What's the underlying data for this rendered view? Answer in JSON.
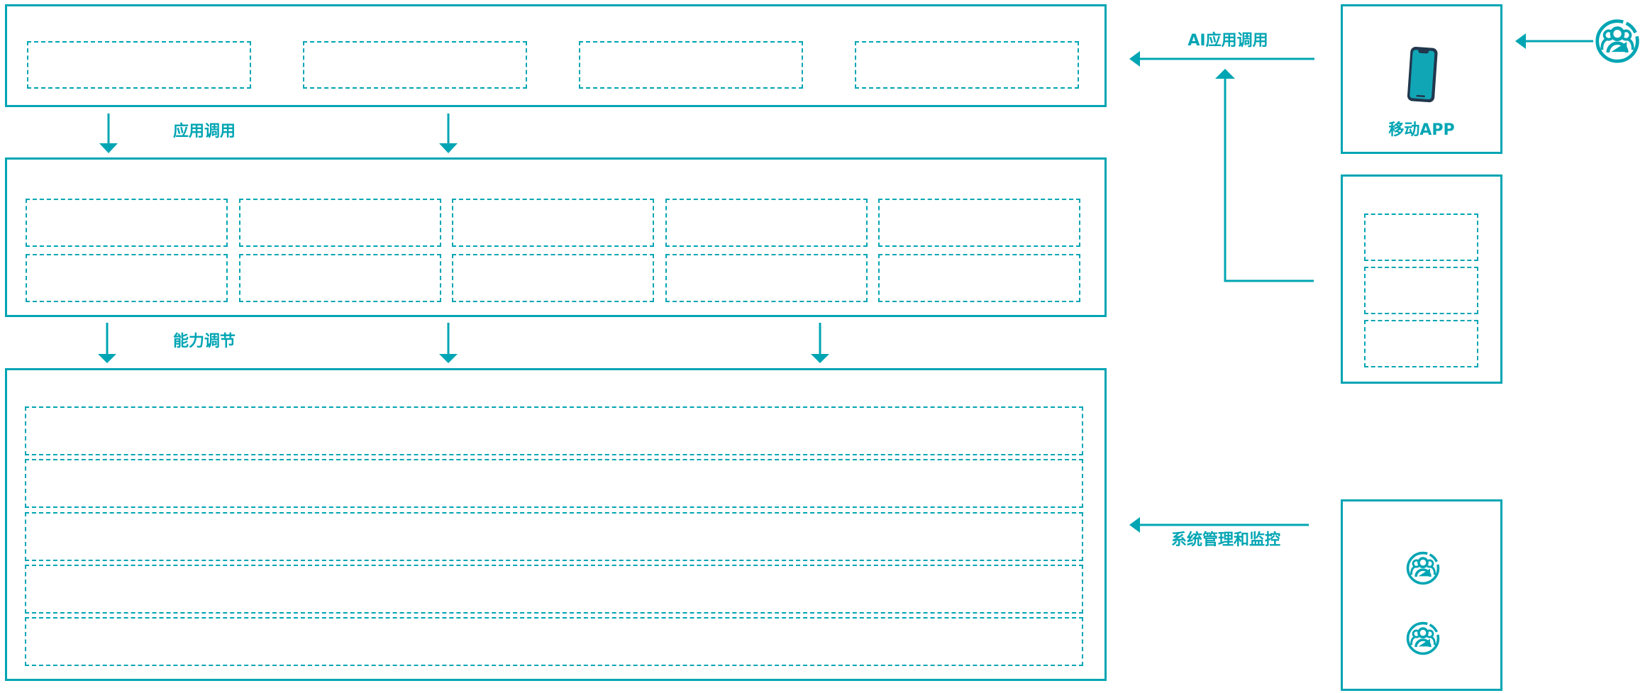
{
  "diagram": {
    "labels": {
      "app_call": "应用调用",
      "capability_adjust": "能力调节",
      "ai_app_call": "AI应用调用",
      "system_monitor": "系统管理和监控",
      "mobile_app": "移动APP"
    },
    "colors": {
      "accent": "#00a5b3",
      "phone_frame": "#21374d",
      "phone_screen": "#11a6b6"
    },
    "structure": {
      "top_placeholders": 4,
      "middle_rows": 2,
      "middle_cols": 5,
      "bottom_rows": 5,
      "side_placeholders": 3,
      "admin_user_icons": 2
    },
    "icons": {
      "user": "user-group-icon",
      "admin": "user-group-icon",
      "phone": "smartphone-icon"
    }
  }
}
